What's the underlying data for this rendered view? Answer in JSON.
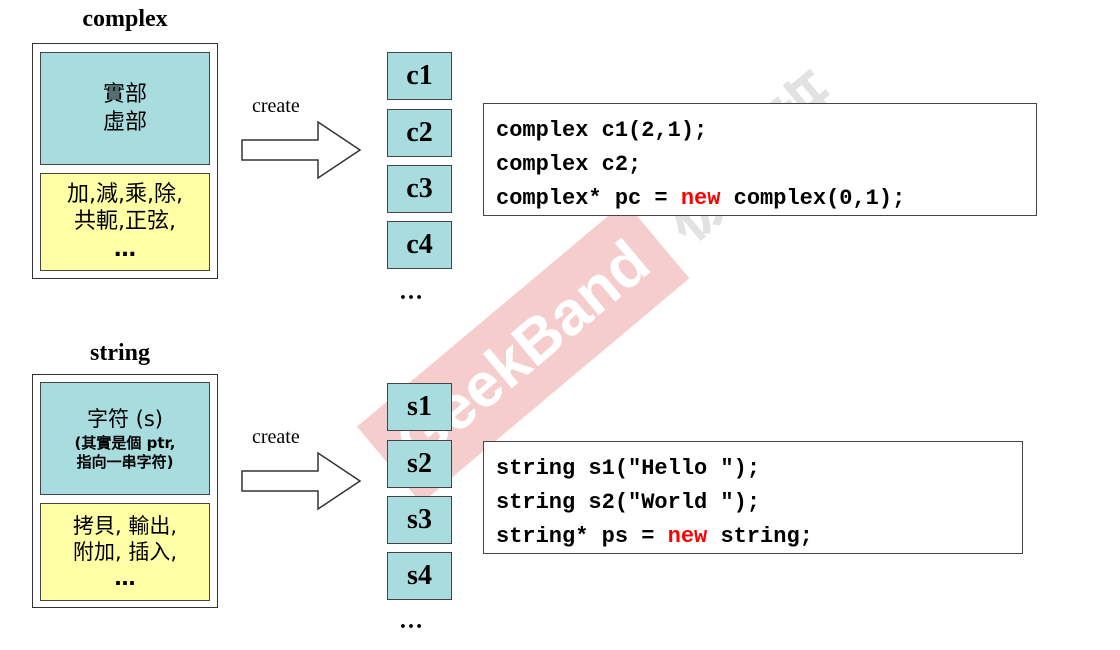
{
  "complex": {
    "title": "complex",
    "data_lines": [
      "實部",
      "虛部"
    ],
    "func_lines": [
      "加,減,乘,除,",
      "共軛,正弦,",
      "…"
    ],
    "create_label": "create",
    "objects": [
      "c1",
      "c2",
      "c3",
      "c4"
    ],
    "more": "…",
    "code": [
      {
        "before": "complex c1(2,1);",
        "kw": "",
        "after": ""
      },
      {
        "before": "complex c2;",
        "kw": "",
        "after": ""
      },
      {
        "before": "complex* pc = ",
        "kw": "new",
        "after": " complex(0,1);"
      }
    ]
  },
  "string": {
    "title": "string",
    "data_main": "字符 (s)",
    "data_sub": [
      "(其實是個 ptr,",
      "指向一串字符)"
    ],
    "func_lines": [
      "拷貝, 輸出,",
      "附加, 插入,",
      "…"
    ],
    "create_label": "create",
    "objects": [
      "s1",
      "s2",
      "s3",
      "s4"
    ],
    "more": "…",
    "code": [
      {
        "before": "string s1(\"Hello \");",
        "kw": "",
        "after": ""
      },
      {
        "before": "string s2(\"World \");",
        "kw": "",
        "after": ""
      },
      {
        "before": "string* ps = ",
        "kw": "new",
        "after": " string;"
      }
    ]
  },
  "watermark": {
    "brand": "GeekBand",
    "cn": "极客班",
    "color": "#e8a8a8"
  }
}
